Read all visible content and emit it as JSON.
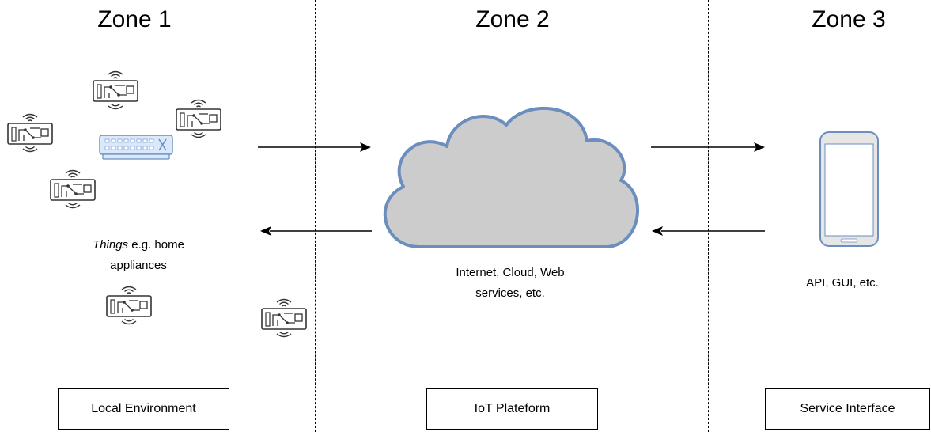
{
  "zones": {
    "zone1": {
      "title": "Zone 1"
    },
    "zone2": {
      "title": "Zone 2"
    },
    "zone3": {
      "title": "Zone 3"
    }
  },
  "captions": {
    "things_italic": "Things",
    "things_rest": " e.g. home",
    "things_line2": "appliances",
    "cloud_line1": "Internet, Cloud, Web",
    "cloud_line2": "services, etc.",
    "phone": "API, GUI, etc."
  },
  "boxes": {
    "local": "Local Environment",
    "iot": "IoT Plateform",
    "service": "Service Interface"
  },
  "icons": {
    "thing": "circuit-board-with-signal-icon",
    "hub": "router-icon",
    "cloud": "cloud-icon",
    "phone": "smartphone-icon"
  },
  "colors": {
    "cloud_fill": "#cccccc",
    "cloud_stroke": "#6c8ebf",
    "phone_fill": "#e6e6e6",
    "phone_stroke": "#6c8ebf",
    "hub_fill": "#dae8fc",
    "hub_stroke": "#6c8ebf"
  }
}
